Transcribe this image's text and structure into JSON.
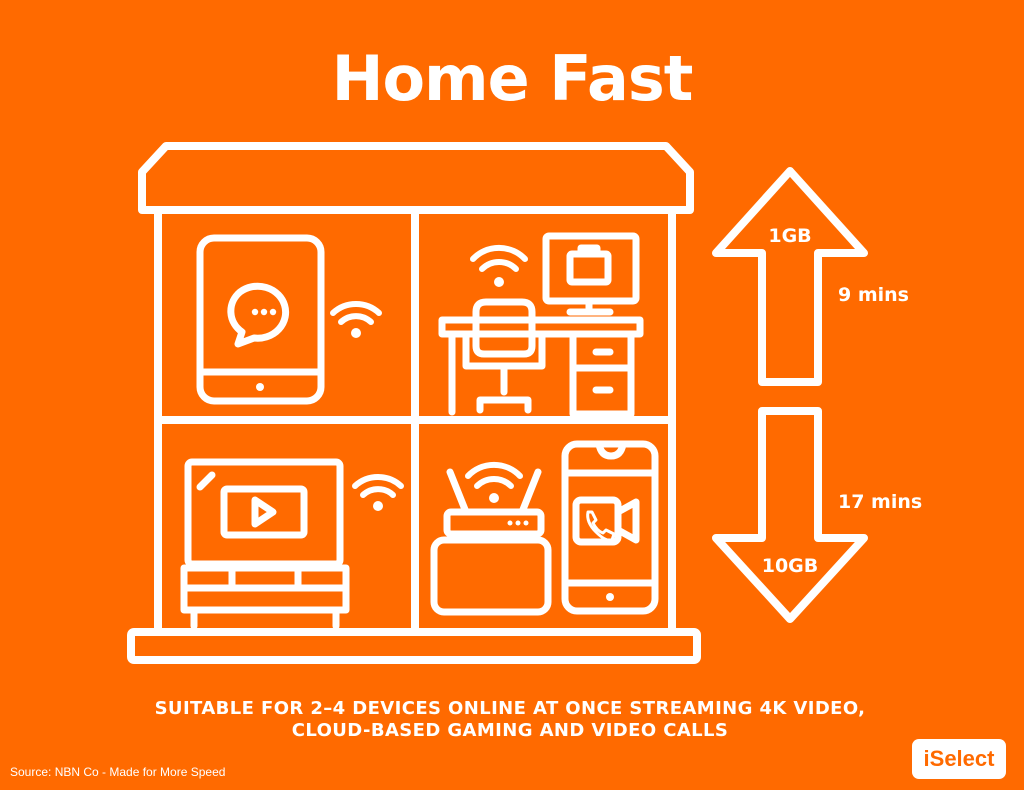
{
  "title": "Home Fast",
  "upload": {
    "size": "1GB",
    "time": "9 mins"
  },
  "download": {
    "size": "10GB",
    "time": "17 mins"
  },
  "caption": {
    "line1": "SUITABLE FOR 2–4 DEVICES ONLINE AT ONCE STREAMING 4K VIDEO,",
    "line2": "CLOUD-BASED GAMING AND VIDEO CALLS"
  },
  "source": "Source: NBN Co - Made for More Speed",
  "logo": "iSelect",
  "colors": {
    "background": "#FF6A00",
    "foreground": "#FFFFFF"
  },
  "icons": [
    "tablet-chat-icon",
    "wifi-icon",
    "desk-computer-icon",
    "office-chair-icon",
    "tv-play-icon",
    "router-icon",
    "phone-video-call-icon",
    "upload-arrow-icon",
    "download-arrow-icon"
  ]
}
